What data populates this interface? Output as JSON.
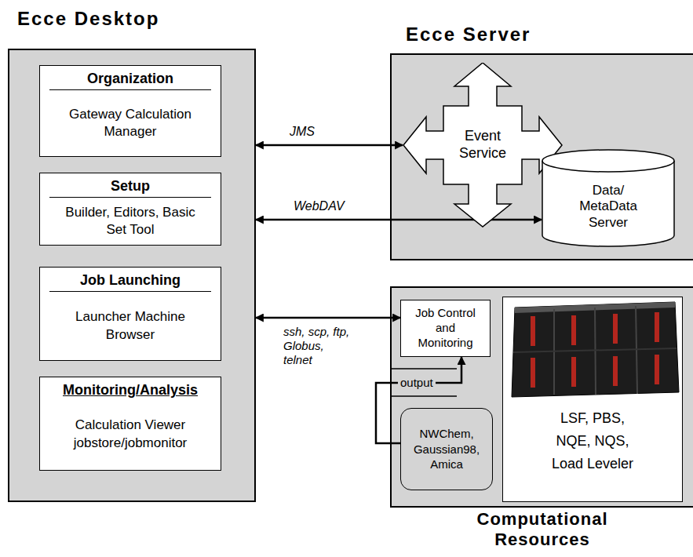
{
  "diagram": {
    "nodes": [
      {
        "text": [
          "Ecce Desktop"
        ]
      },
      {
        "text": [
          "Organization",
          "Gateway Calculation Manager"
        ],
        "in": 0
      },
      {
        "text": [
          "Setup",
          "Builder, Editors, Basic Set Tool"
        ],
        "in": 0
      },
      {
        "text": [
          "Job Launching",
          "Launcher Machine Browser"
        ],
        "in": 0
      },
      {
        "text": [
          "Monitoring/Analysis",
          "Calculation Viewer jobstore/jobmonitor"
        ],
        "in": 0
      },
      {
        "text": [
          "Ecce Server"
        ]
      },
      {
        "text": [
          "Event Service"
        ],
        "in": 5
      },
      {
        "text": [
          "Data/ MetaData Server"
        ],
        "in": 5
      },
      {
        "text": [
          "Computational Resources"
        ]
      },
      {
        "text": [
          "Job Control and Monitoring"
        ],
        "in": 8
      },
      {
        "text": [
          "NWChem, Gaussian98, Amica"
        ],
        "in": 8
      },
      {
        "text": [
          "LSF, PBS, NQE, NQS, Load Leveler"
        ],
        "in": 8
      }
    ],
    "edges": [
      {
        "from": 1,
        "to": 6,
        "label": "JMS",
        "arrow": "both"
      },
      {
        "from": 2,
        "to": 7,
        "label": "WebDAV",
        "arrow": "both"
      },
      {
        "from": 3,
        "to": 9,
        "label": "ssh, scp, ftp, Globus, telnet",
        "arrow": "both"
      },
      {
        "from": 10,
        "to": 9,
        "label": "output",
        "arrow": "to"
      }
    ]
  }
}
